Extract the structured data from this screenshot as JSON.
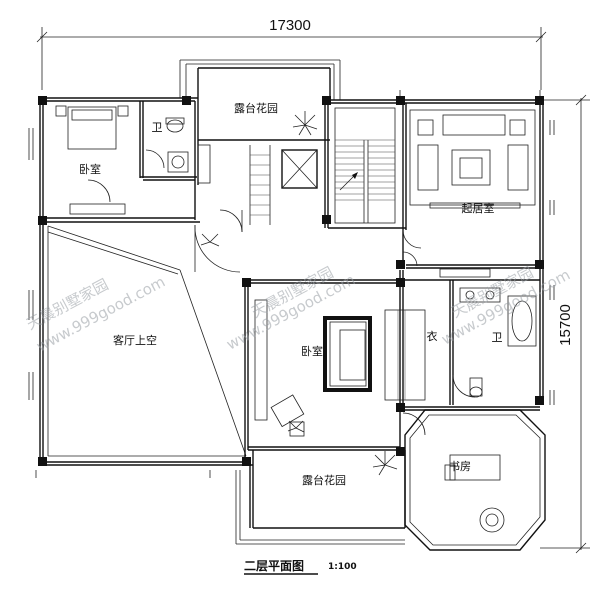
{
  "title": "二层平面图",
  "scale": "1:100",
  "dimensions": {
    "width": "17300",
    "depth": "15700"
  },
  "rooms": {
    "bedroom_nw": "卧室",
    "bath_nw": "卫",
    "terrace_north": "露台花园",
    "living": "起居室",
    "void": "客厅上空",
    "master_bedroom": "卧室",
    "closet": "衣",
    "bath_east": "卫",
    "terrace_south": "露台花园",
    "study": "书房"
  },
  "watermark": {
    "brand": "天晨别墅家园",
    "url": "www.999good.com"
  }
}
